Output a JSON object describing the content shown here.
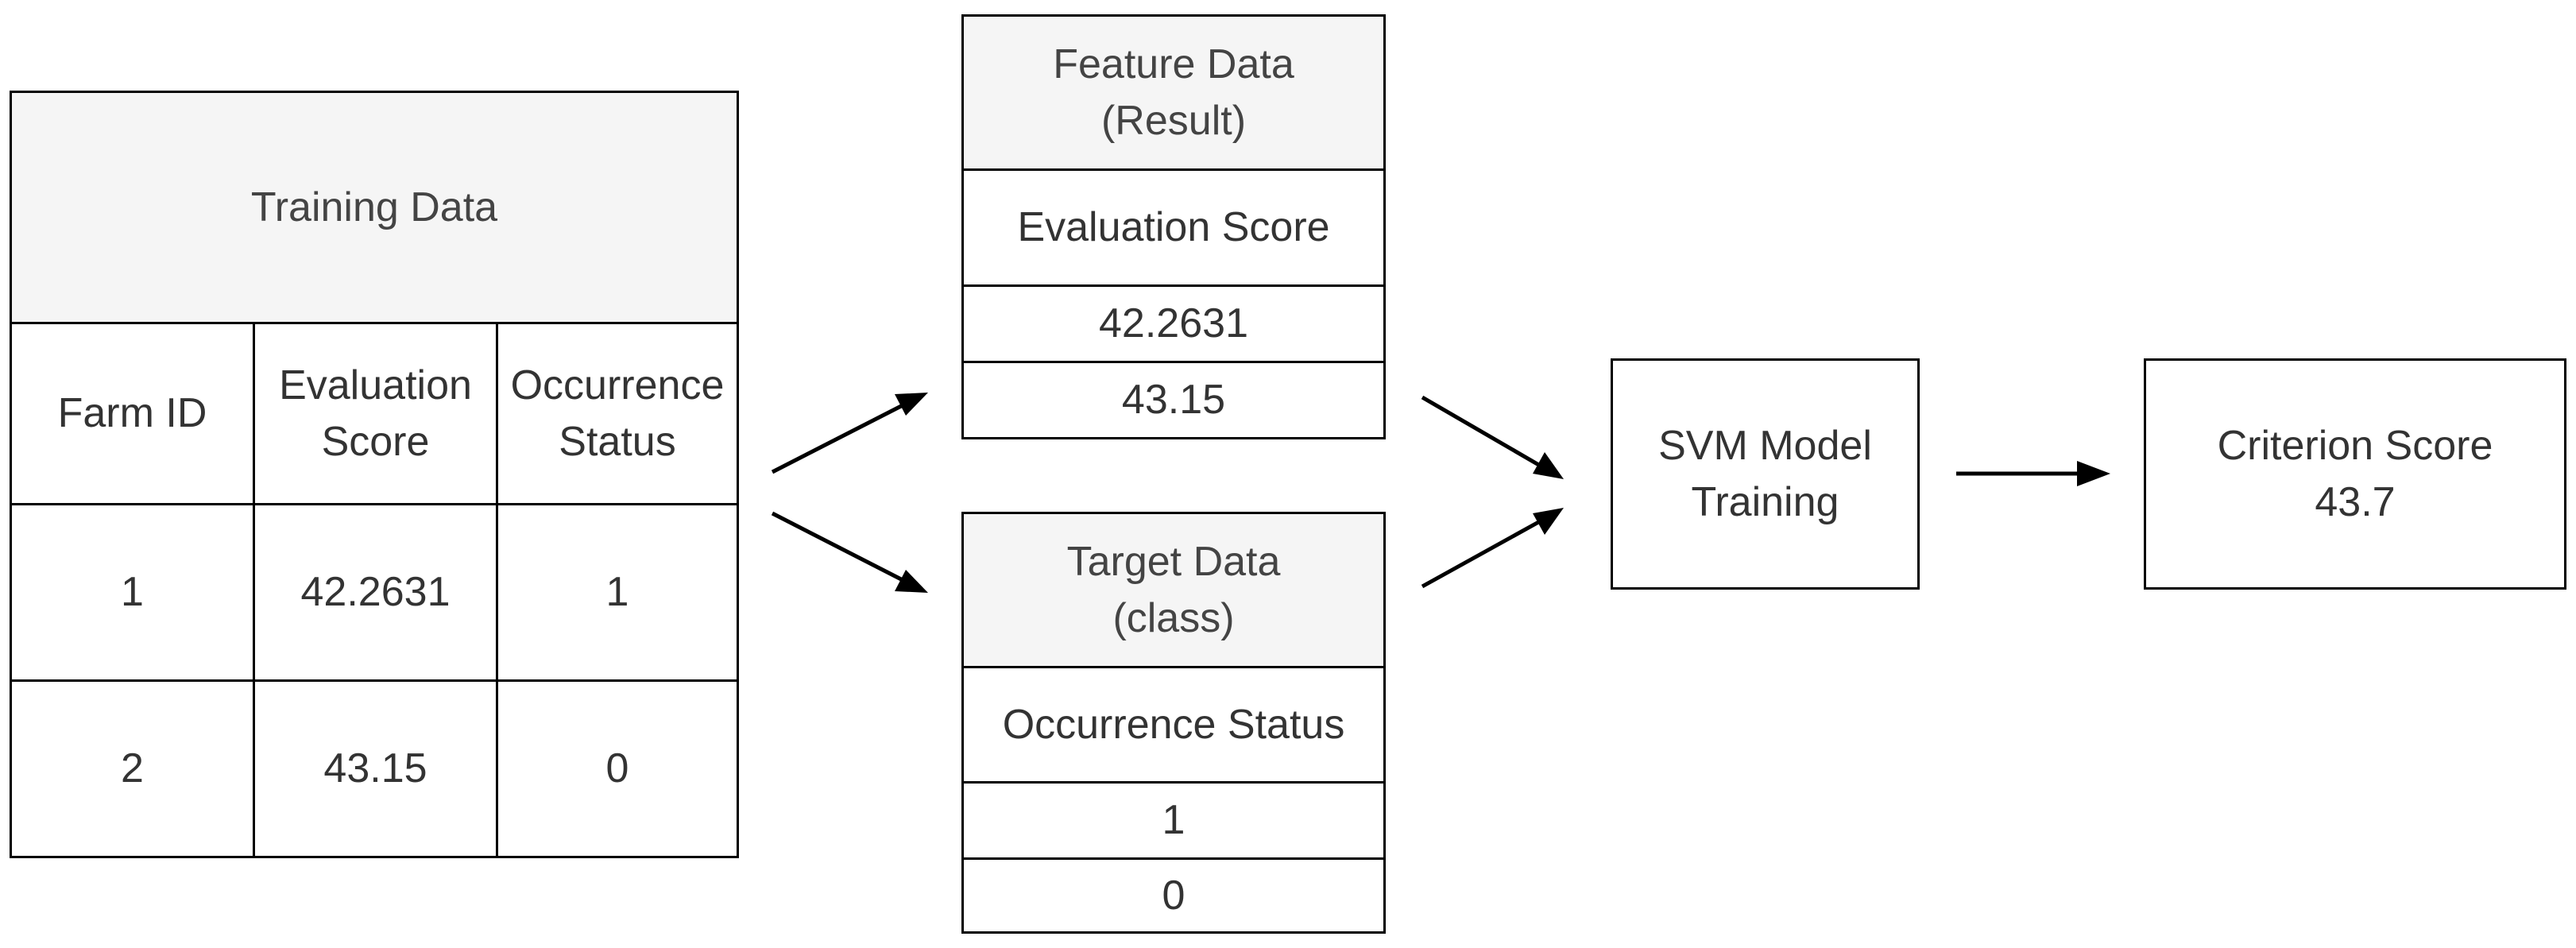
{
  "training_table": {
    "title": "Training Data",
    "columns": [
      "Farm ID",
      "Evaluation\nScore",
      "Occurrence\nStatus"
    ],
    "rows": [
      [
        "1",
        "42.2631",
        "1"
      ],
      [
        "2",
        "43.15",
        "0"
      ]
    ]
  },
  "feature_table": {
    "title": "Feature Data\n(Result)",
    "column": "Evaluation Score",
    "values": [
      "42.2631",
      "43.15"
    ]
  },
  "target_table": {
    "title": "Target Data\n(class)",
    "column": "Occurrence Status",
    "values": [
      "1",
      "0"
    ]
  },
  "svm_box": {
    "label": "SVM Model\nTraining"
  },
  "criterion_box": {
    "label": "Criterion Score\n43.7"
  }
}
